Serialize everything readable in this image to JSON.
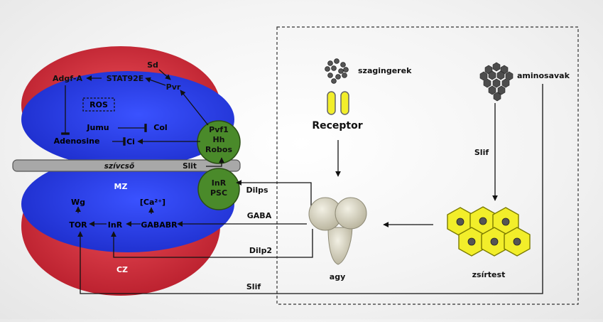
{
  "diagram": {
    "colors": {
      "red_zone": "#d42c3a",
      "blue_zone": "#2b3ee6",
      "green_node": "#4a8a2a",
      "tube_gray": "#a8a8a8",
      "yellow": "#f2ee2a",
      "arrow": "#111111"
    },
    "hemocyte": {
      "molecules": {
        "sd": "Sd",
        "stat92e": "STAT92E",
        "adgf_a": "Adgf-A",
        "pvr": "Pvr",
        "ros": "ROS",
        "jumu": "Jumu",
        "col": "Col",
        "adenosine": "Adenosine",
        "ci": "Ci",
        "wg": "Wg",
        "ca2": "[Ca²⁺]",
        "tor": "TOR",
        "inr": "InR",
        "gabab_r": "GABABR"
      },
      "zones": {
        "mz": "MZ",
        "cz": "CZ"
      },
      "tube_label": "szívcső",
      "slit": "Slit",
      "psc_top": [
        "Pvf1",
        "Hh",
        "Robos"
      ],
      "psc_bottom": [
        "InR",
        "PSC"
      ]
    },
    "signals": {
      "dilps": "Dilps",
      "gaba": "GABA",
      "dilp2": "Dilp2",
      "slif_bottom": "Slif",
      "slif_right": "Slif"
    },
    "right_panel": {
      "odorants": "szagingerek",
      "receptor": "Receptor",
      "aminoacids": "aminosavak",
      "brain": "agy",
      "fatbody": "zsírtest"
    }
  }
}
